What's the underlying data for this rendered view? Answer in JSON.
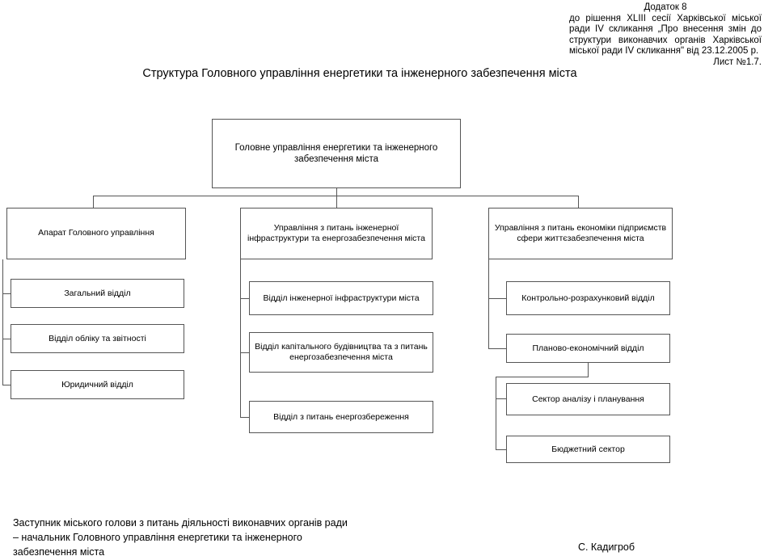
{
  "appendix": {
    "title": "Додаток 8",
    "body": "до рішення XLIII сесії Харківської міської ради IV скликання „Про внесення змін до структури виконавчих органів Харківської міської ради IV скликання\" від 23.12.2005 р.",
    "sheet": "Лист №1.7."
  },
  "chart_title": "Структура Головного управління енергетики та інженерного забезпечення міста",
  "nodes": {
    "root": "Головне управління енергетики та інженерного забезпечення міста",
    "branch_left": "Апарат Головного управління",
    "branch_middle": "Управління з питань інженерної інфраструктури та енергозабезпечення міста",
    "branch_right": "Управління з питань економіки підприємств сфери життєзабезпечення міста",
    "left_children": [
      "Загальний відділ",
      "Відділ обліку та звітності",
      "Юридичний відділ"
    ],
    "middle_children": [
      "Відділ інженерної інфраструктури міста",
      "Відділ капітального будівництва та з питань енергозабезпечення міста",
      "Відділ з питань енергозбереження"
    ],
    "right_children": [
      "Контрольно-розрахунковий відділ",
      "Планово-економічний відділ"
    ],
    "right_grandchildren": [
      "Сектор аналізу і планування",
      "Бюджетний сектор"
    ]
  },
  "footer": {
    "position": "Заступник міського голови з питань діяльності виконавчих органів ради – начальник Головного управління енергетики та інженерного забезпечення міста",
    "signature": "С. Кадигроб"
  },
  "colors": {
    "line": "#555555",
    "text": "#000000",
    "background": "#ffffff"
  }
}
